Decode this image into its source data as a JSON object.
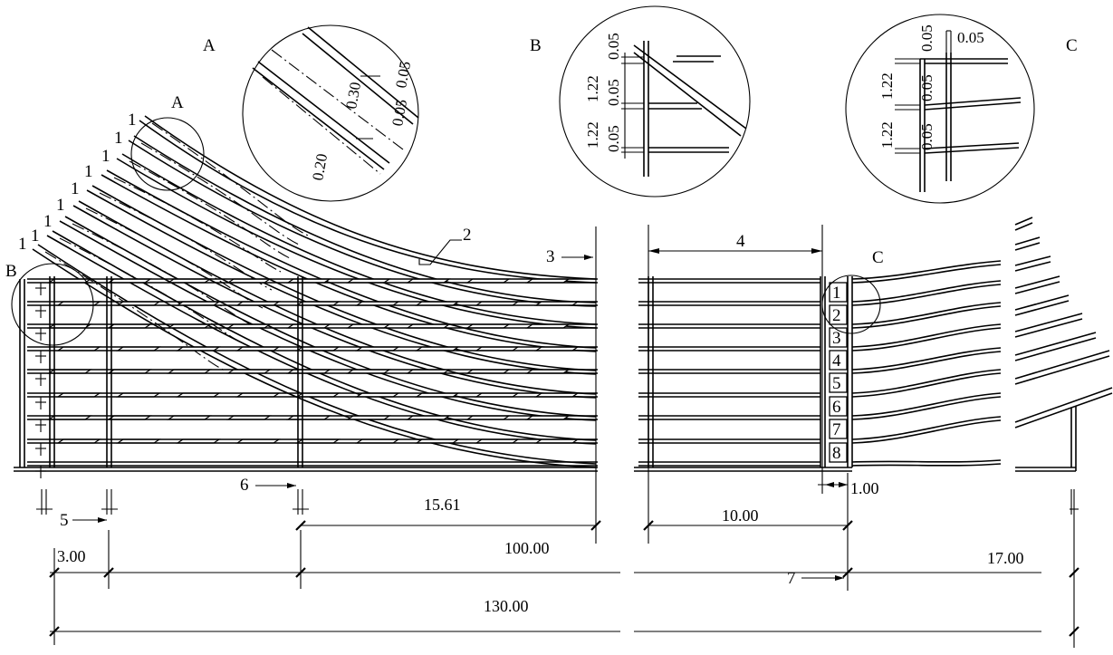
{
  "detail_labels": {
    "a": "A",
    "b": "B",
    "c": "C"
  },
  "detail_a": {
    "d1": "0.05",
    "d2": "0.30",
    "d3": "0.05",
    "d4": "0.20"
  },
  "detail_b": {
    "r1": "1.22",
    "r2": "1.22",
    "g1": "0.05",
    "g2": "0.05",
    "g3": "0.05"
  },
  "detail_c": {
    "r1": "1.22",
    "r2": "1.22",
    "g1": "0.05",
    "g2": "0.05",
    "g3": "0.05"
  },
  "callouts": {
    "c1": "1",
    "c2": "2",
    "c3": "3",
    "c4": "4",
    "c5": "5",
    "c6": "6",
    "c7": "7"
  },
  "cell_numbers": [
    "1",
    "2",
    "3",
    "4",
    "5",
    "6",
    "7",
    "8"
  ],
  "dimensions": {
    "d1561": "15.61",
    "d100": "100.00",
    "d300": "3.00",
    "d130": "130.00",
    "d1000": "10.00",
    "d100b": "1.00",
    "d1700": "17.00"
  }
}
